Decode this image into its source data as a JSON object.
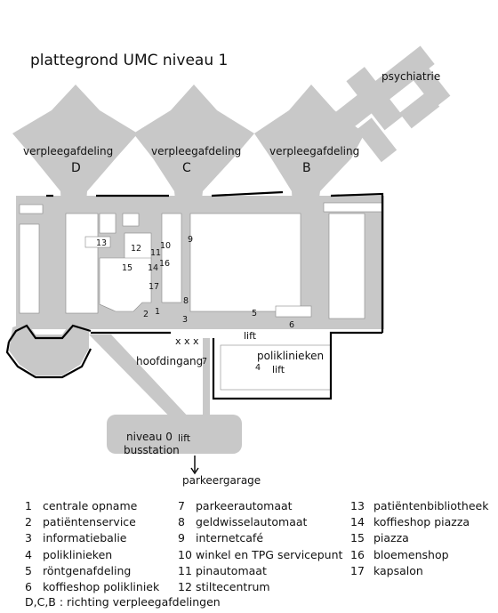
{
  "title": "plattegrond UMC niveau 1",
  "wing_labels": [
    {
      "label": "verpleegafdeling",
      "letter": "D"
    },
    {
      "label": "verpleegafdeling",
      "letter": "C"
    },
    {
      "label": "verpleegafdeling",
      "letter": "B"
    }
  ],
  "place_labels": {
    "psychiatrie": "psychiatrie",
    "hoofdingang": "hoofdingang",
    "poliklinieken": "poliklinieken",
    "lift": "lift",
    "niveau0": "niveau 0",
    "busstation": "busstation",
    "parkeergarage": "parkeergarage"
  },
  "map_numbers": [
    "1",
    "2",
    "3",
    "4",
    "5",
    "6",
    "7",
    "8",
    "9",
    "10",
    "11",
    "12",
    "13",
    "14",
    "15",
    "16",
    "17"
  ],
  "legend": [
    [
      {
        "num": "1",
        "text": "centrale opname"
      },
      {
        "num": "2",
        "text": "patiëntenservice"
      },
      {
        "num": "3",
        "text": "informatiebalie"
      },
      {
        "num": "4",
        "text": "poliklinieken"
      },
      {
        "num": "5",
        "text": "röntgenafdeling"
      },
      {
        "num": "6",
        "text": "koffieshop polikliniek"
      }
    ],
    [
      {
        "num": "7",
        "text": "parkeerautomaat"
      },
      {
        "num": "8",
        "text": "geldwisselautomaat"
      },
      {
        "num": "9",
        "text": "internetcafé"
      },
      {
        "num": "10",
        "text": "winkel en TPG servicepunt"
      },
      {
        "num": "11",
        "text": "pinautomaat"
      },
      {
        "num": "12",
        "text": "stiltecentrum"
      }
    ],
    [
      {
        "num": "13",
        "text": "patiëntenbibliotheek"
      },
      {
        "num": "14",
        "text": "koffieshop piazza"
      },
      {
        "num": "15",
        "text": "piazza"
      },
      {
        "num": "16",
        "text": "bloemenshop"
      },
      {
        "num": "17",
        "text": "kapsalon"
      }
    ]
  ],
  "footnote": "D,C,B : richting verpleegafdelingen",
  "colors": {
    "building": "#c8c8c8",
    "walls": "#000000",
    "background": "#ffffff"
  },
  "icons": [
    "entrance-marker-icon",
    "down-arrow-icon"
  ]
}
